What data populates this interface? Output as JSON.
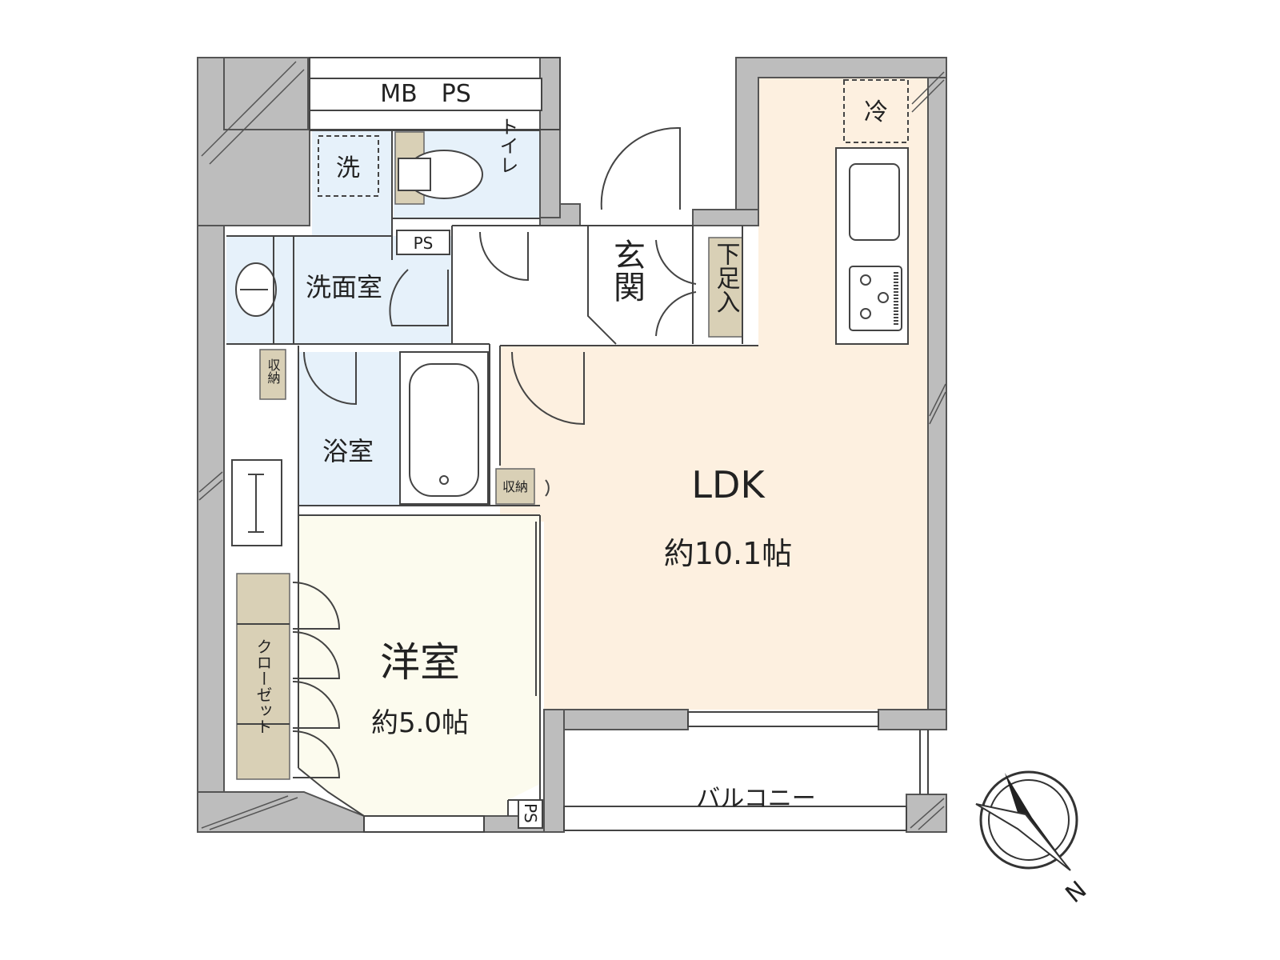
{
  "rooms": {
    "mb_ps": "MB　PS",
    "laundry": "洗",
    "toilet": "トイレ",
    "toilet_ps": "PS",
    "washroom": "洗面室",
    "entrance": "玄関",
    "shoe_storage": "下足入",
    "fridge": "冷",
    "storage_left": "収納",
    "bath": "浴室",
    "storage_center": "収納",
    "ldk": "LDK",
    "ldk_area": "約10.1帖",
    "western_room": "洋室",
    "western_area": "約5.0帖",
    "closet": "クローゼット",
    "ps_bottom": "PS",
    "balcony": "バルコニー"
  },
  "compass": {
    "north_label": "N"
  },
  "colors": {
    "wall": "#bdbdbd",
    "ldk": "#fdf0e0",
    "western": "#fcfbee",
    "wet_area": "#e6f1fa",
    "storage": "#d9d0b6",
    "hall": "#ffffff"
  }
}
